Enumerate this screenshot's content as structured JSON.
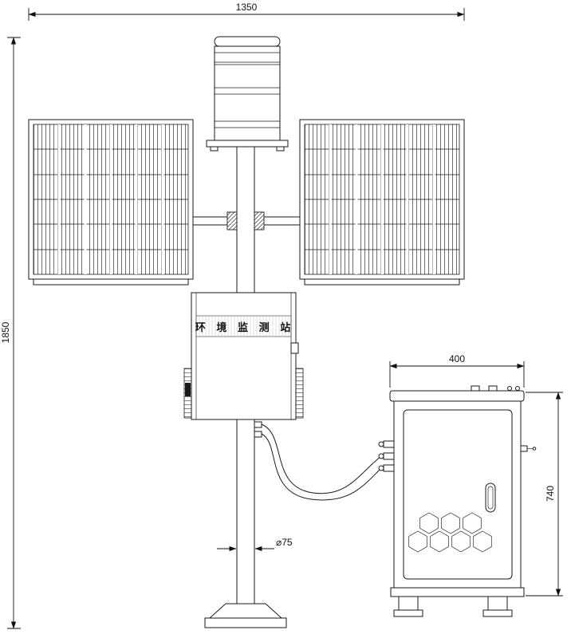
{
  "drawing": {
    "station_label": "环 境 监 测 站",
    "dimensions": {
      "overall_width": "1350",
      "overall_height": "1850",
      "cabinet_width": "400",
      "cabinet_height": "740",
      "pole_diameter": "⌀75"
    }
  }
}
